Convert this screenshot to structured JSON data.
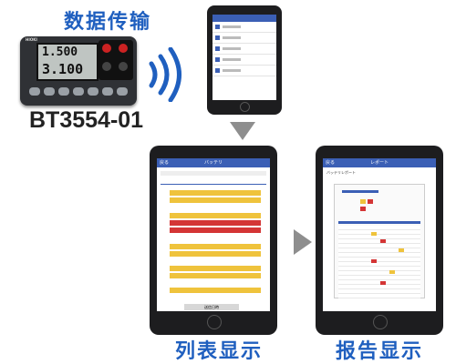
{
  "title_transfer": "数据传输",
  "model": "BT3554-01",
  "captions": {
    "list": "列表显示",
    "report": "报告显示"
  },
  "meter": {
    "brand": "HIOKI",
    "reading1": "1.500",
    "reading2": "3.100"
  },
  "colors": {
    "caption_blue": "#1f5fbf",
    "app_bar": "#3b5fb5",
    "arrow_grey": "#8e8e8e",
    "warn_yellow": "#efc33c",
    "alert_red": "#d43535"
  },
  "list_screen": {
    "header": "バッテリ",
    "back": "戻る",
    "footer_button": "送信日時"
  },
  "report_screen": {
    "header": "レポート",
    "back": "戻る",
    "doc_title": "バッテリレポート"
  }
}
